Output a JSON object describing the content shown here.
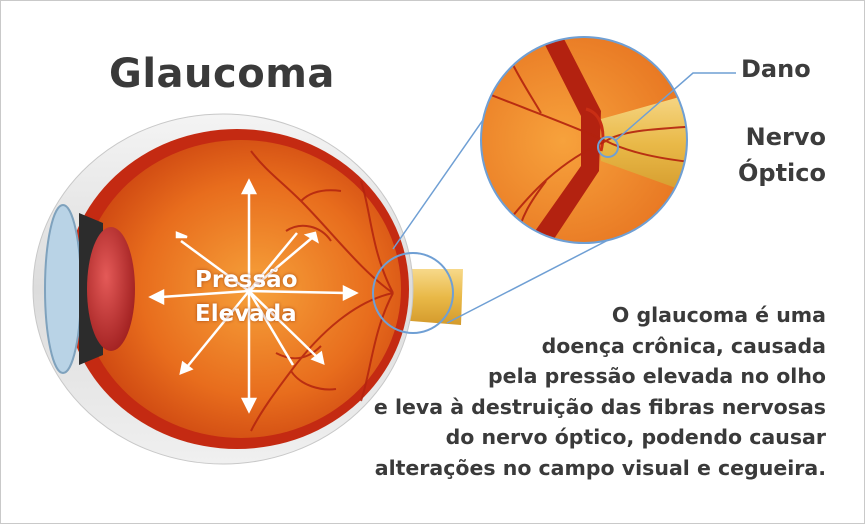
{
  "title": "Glaucoma",
  "labels": {
    "damage": "Dano",
    "optic_nerve_line1": "Nervo",
    "optic_nerve_line2": "Óptico",
    "pressure_line1": "Pressão",
    "pressure_line2": "Elevada"
  },
  "description_lines": [
    "O glaucoma é uma",
    "doença crônica, causada",
    "pela pressão elevada no olho",
    "e leva à destruição das fibras nervosas",
    "do nervo óptico, podendo causar",
    "alterações no campo visual e cegueira."
  ],
  "colors": {
    "sclera": "#e8e8e8",
    "retina_red": "#c42a12",
    "eye_interior": "#e8761c",
    "optic_nerve": "#f2c65a",
    "callout_line": "#6f9fd4",
    "text": "#3a3a3a"
  }
}
